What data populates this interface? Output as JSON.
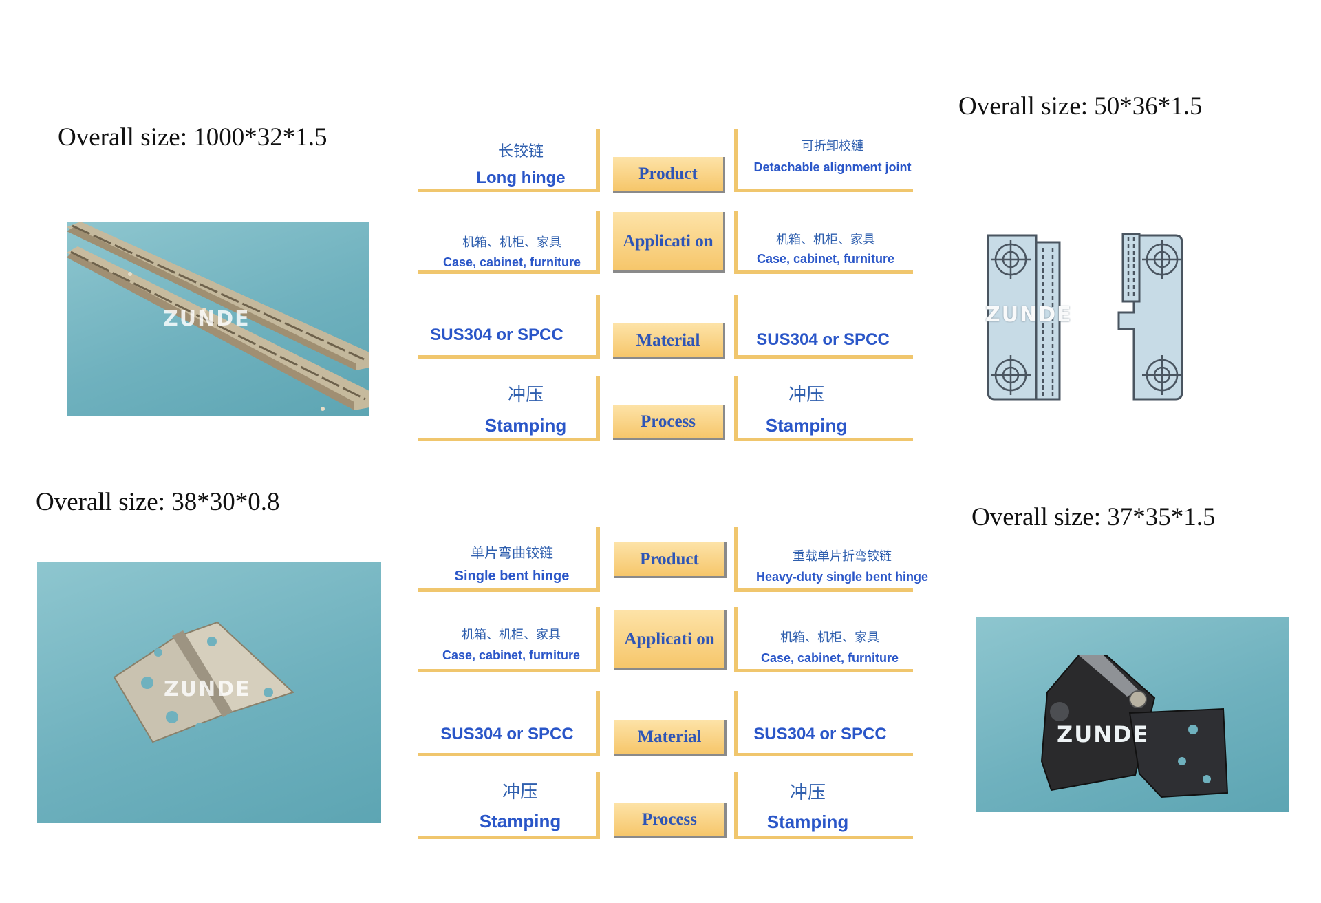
{
  "top": {
    "left_size": "Overall size: 1000*32*1.5",
    "right_size": "Overall size: 50*36*1.5",
    "left_watermark": "ZUNDE",
    "right_watermark": "ZUNDE",
    "spec": {
      "labels": [
        "Product",
        "Applicati on",
        "Material",
        "Process"
      ],
      "left": [
        {
          "zh": "长铰链",
          "en": "Long hinge"
        },
        {
          "zh": "机箱、机柜、家具",
          "en": "Case, cabinet, furniture"
        },
        {
          "zh": "",
          "en": "SUS304 or SPCC"
        },
        {
          "zh": "冲压",
          "en": "Stamping"
        }
      ],
      "right": [
        {
          "zh": "可折卸校縺",
          "en": "Detachable alignment joint"
        },
        {
          "zh": "机箱、机柜、家具",
          "en": "Case, cabinet, furniture"
        },
        {
          "zh": "",
          "en": "SUS304 or SPCC"
        },
        {
          "zh": "冲压",
          "en": "Stamping"
        }
      ]
    }
  },
  "bottom": {
    "left_size": "Overall size: 38*30*0.8",
    "right_size": "Overall size: 37*35*1.5",
    "left_watermark": "ZUNDE",
    "right_watermark": "ZUNDE",
    "spec": {
      "labels": [
        "Product",
        "Applicati on",
        "Material",
        "Process"
      ],
      "left": [
        {
          "zh": "单片弯曲铰链",
          "en": "Single bent hinge"
        },
        {
          "zh": "机箱、机柜、家具",
          "en": "Case, cabinet, furniture"
        },
        {
          "zh": "",
          "en": "SUS304 or SPCC"
        },
        {
          "zh": "冲压",
          "en": "Stamping"
        }
      ],
      "right": [
        {
          "zh": "重载单片折弯铰链",
          "en": "Heavy-duty single bent hinge"
        },
        {
          "zh": "机箱、机柜、家具",
          "en": "Case, cabinet, furniture"
        },
        {
          "zh": "",
          "en": "SUS304 or SPCC"
        },
        {
          "zh": "冲压",
          "en": "Stamping"
        }
      ]
    }
  },
  "colors": {
    "accent_bar": "#f0c66d",
    "label_text": "#2e55b6",
    "value_text": "#2a56c8",
    "photo_bg": "#6fb1be"
  }
}
